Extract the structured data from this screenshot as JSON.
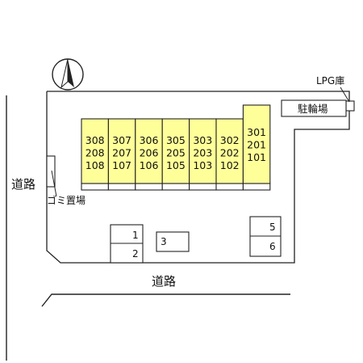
{
  "map": {
    "north_arrow": {
      "icon": "north-arrow-icon"
    },
    "labels": {
      "lpg_storage": "LPG庫",
      "bicycle_parking": "駐輪場",
      "road_west": "道路",
      "road_south": "道路",
      "garbage_area": "ゴミ置場"
    },
    "building": {
      "fill_color": "#ffff99",
      "units": [
        {
          "floors": [
            "308",
            "208",
            "108"
          ]
        },
        {
          "floors": [
            "307",
            "207",
            "107"
          ]
        },
        {
          "floors": [
            "306",
            "206",
            "106"
          ]
        },
        {
          "floors": [
            "305",
            "205",
            "105"
          ]
        },
        {
          "floors": [
            "303",
            "203",
            "103"
          ]
        },
        {
          "floors": [
            "302",
            "202",
            "102"
          ]
        },
        {
          "floors": [
            "301",
            "201",
            "101"
          ]
        }
      ]
    },
    "parking": [
      "1",
      "2",
      "3",
      "5",
      "6"
    ]
  }
}
